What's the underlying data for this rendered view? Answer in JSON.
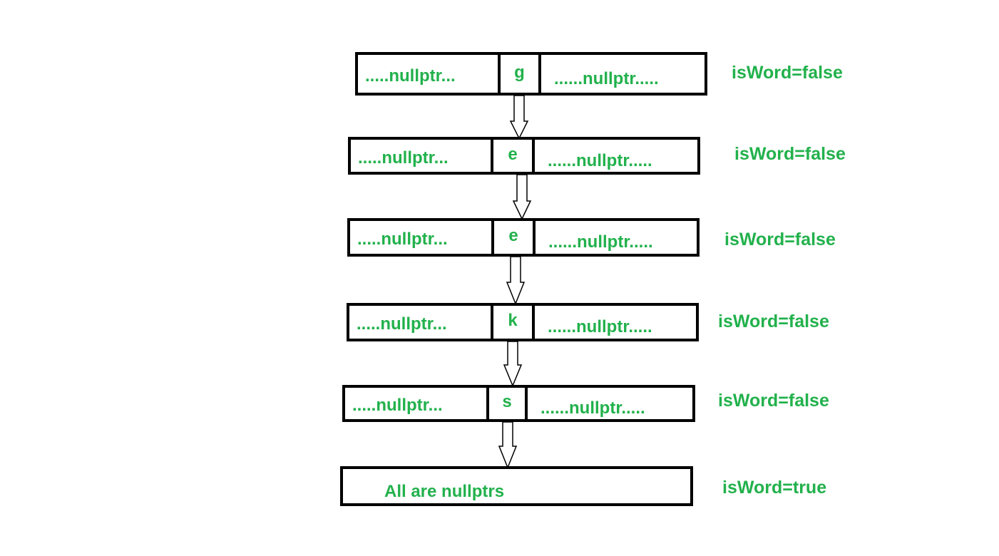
{
  "nodes": [
    {
      "left": ".....nullptr...",
      "char": "g",
      "right": "......nullptr.....",
      "flag": "isWord=false"
    },
    {
      "left": ".....nullptr...",
      "char": "e",
      "right": "......nullptr.....",
      "flag": "isWord=false"
    },
    {
      "left": ".....nullptr...",
      "char": "e",
      "right": "......nullptr.....",
      "flag": "isWord=false"
    },
    {
      "left": ".....nullptr...",
      "char": "k",
      "right": "......nullptr.....",
      "flag": "isWord=false"
    },
    {
      "left": ".....nullptr...",
      "char": "s",
      "right": "......nullptr.....",
      "flag": "isWord=false"
    }
  ],
  "leaf": {
    "text": "All are nullptrs",
    "flag": "isWord=true"
  }
}
